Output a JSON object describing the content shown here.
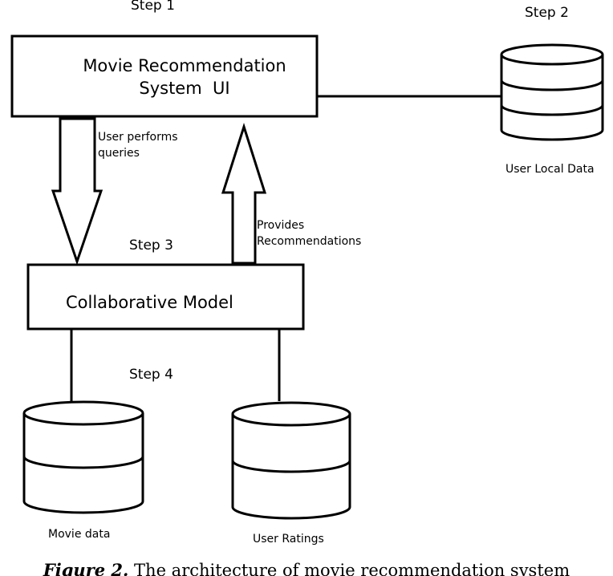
{
  "steps": {
    "step1": "Step 1",
    "step2": "Step 2",
    "step3": "Step 3",
    "step4": "Step 4"
  },
  "boxes": {
    "ui_line1": "Movie Recommendation",
    "ui_line2": "System  UI",
    "model": "Collaborative Model"
  },
  "arrows": {
    "query_line1": "User performs",
    "query_line2": "queries",
    "recommend_line1": "Provides",
    "recommend_line2": "Recommendations"
  },
  "databases": {
    "local": "User Local Data",
    "movies": "Movie data",
    "ratings": "User Ratings"
  },
  "caption": {
    "figure_label": "Figure 2.",
    "text": "The architecture of movie recommendation system"
  }
}
